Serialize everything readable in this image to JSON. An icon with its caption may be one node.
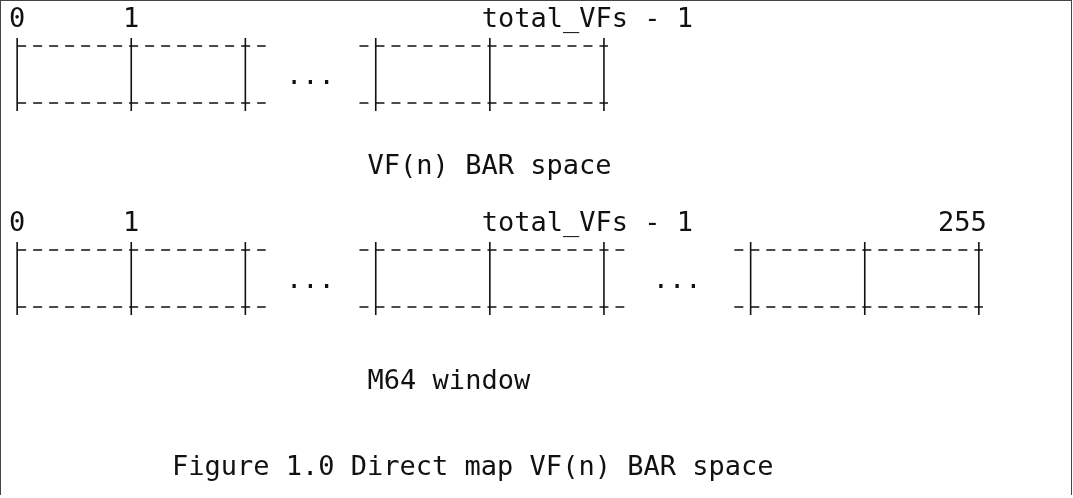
{
  "diagram": {
    "caption": "Figure 1.0 Direct map VF(n) BAR space",
    "labels": [
      "0",
      "1",
      "total_VFs - 1",
      "...",
      "VF(n) BAR space",
      "0",
      "1",
      "total_VFs - 1",
      "255",
      "...",
      "...",
      "M64 window"
    ]
  }
}
